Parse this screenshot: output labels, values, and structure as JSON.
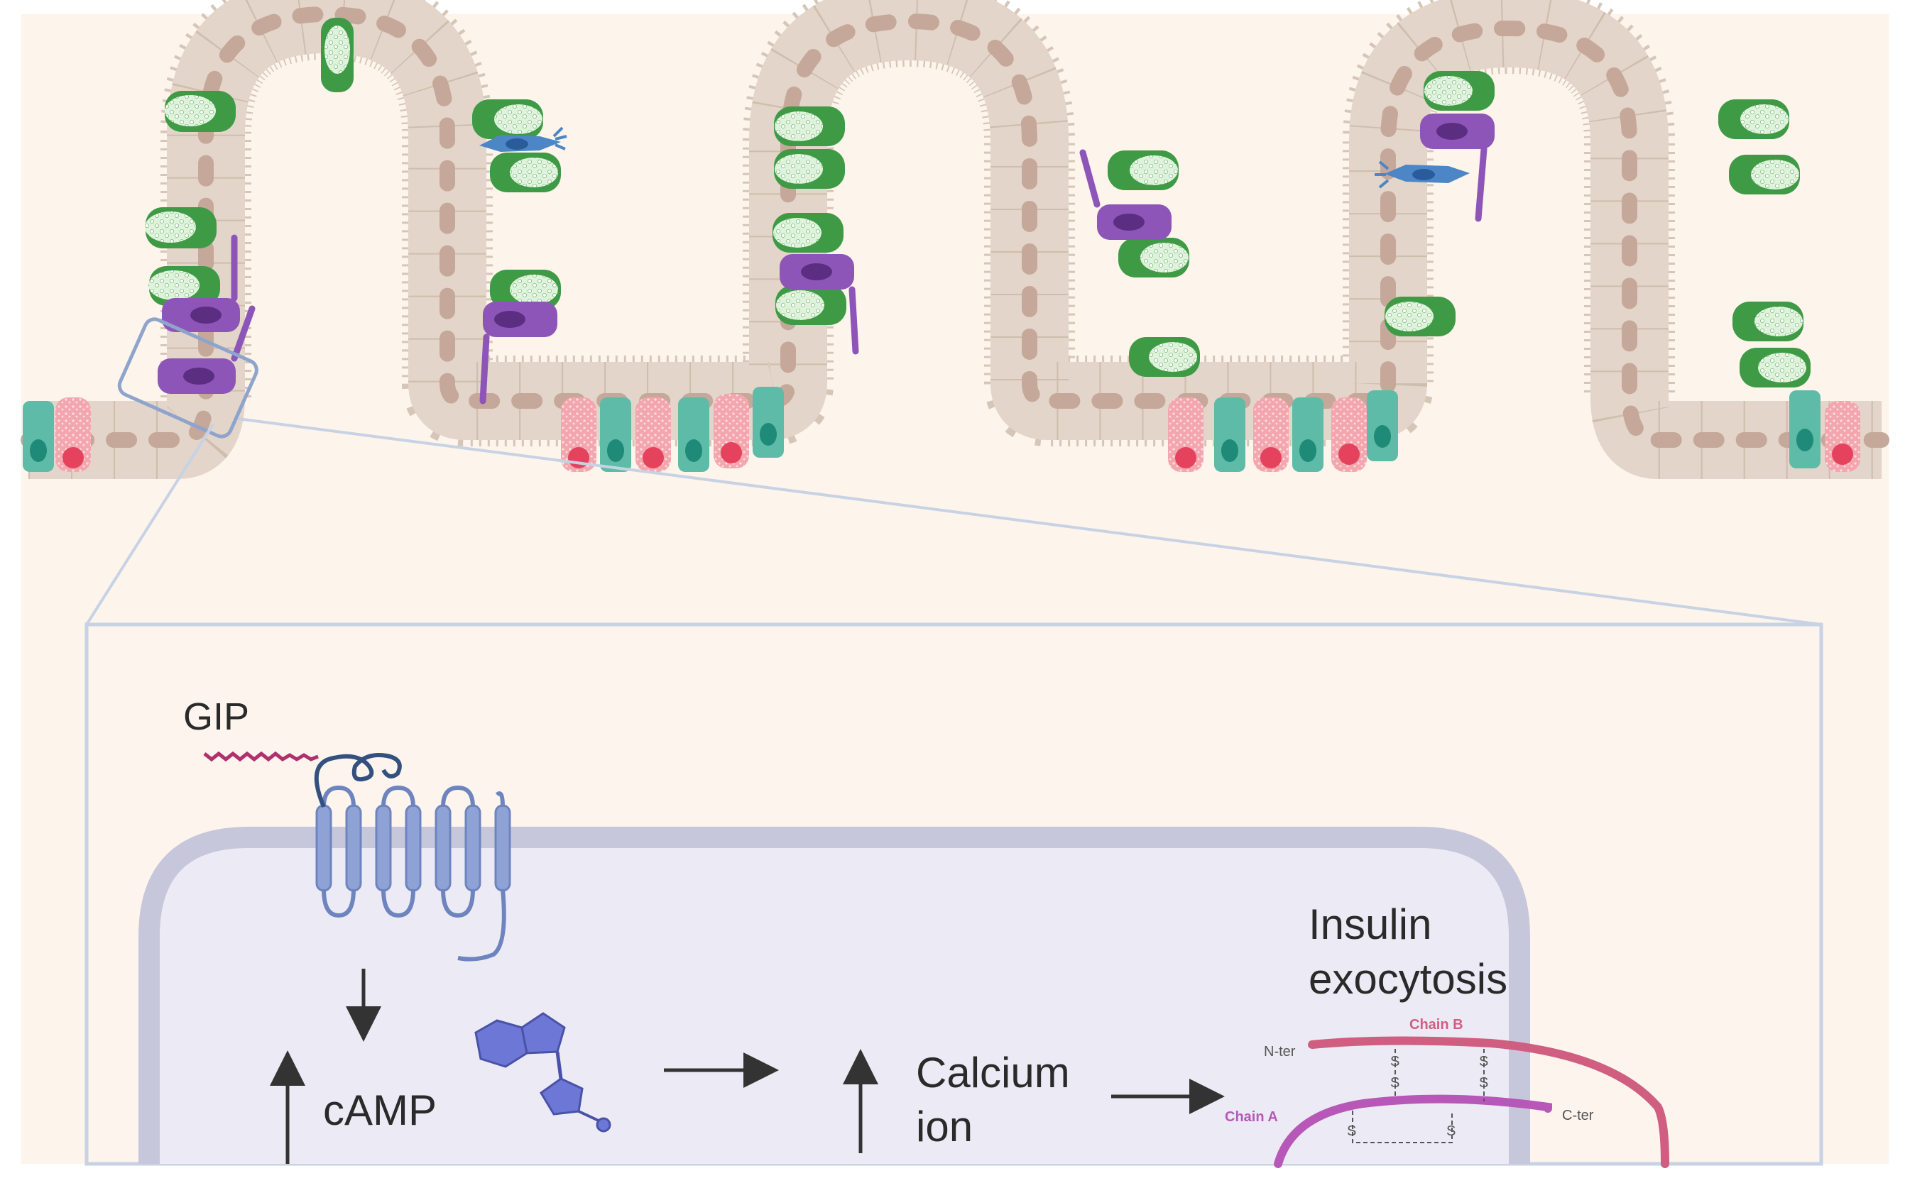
{
  "labels": {
    "ligand": "GIP",
    "second_messenger": "cAMP",
    "ion_line1": "Calcium",
    "ion_line2": "ion",
    "outcome_line1": "Insulin",
    "outcome_line2": "exocytosis"
  },
  "insulin": {
    "chain_a": "Chain A",
    "chain_b": "Chain B",
    "n_term": "N-ter",
    "c_term": "C-ter",
    "sulfur": "S"
  },
  "colors": {
    "background": "#fdf4ec",
    "epithelial_cell": "#e3d5c9",
    "nucleus": "#c5a89a",
    "k_cell": "#8e55b8",
    "l_cell": "#3f9a45",
    "tuft_cell": "#4d86c6",
    "goblet_cell": "#ef8995",
    "paneth_cell": "#5dbba8",
    "receptor": "#8ea2d6",
    "camp": "#6d77d6",
    "insulin_b": "#cf5e80",
    "insulin_a": "#b758b8",
    "arrow": "#333333"
  }
}
